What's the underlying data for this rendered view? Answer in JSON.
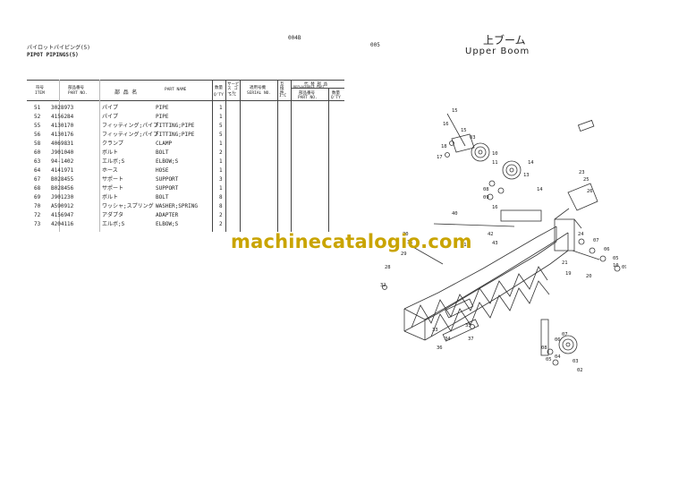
{
  "page_numbers": {
    "left": "004B",
    "right": "005"
  },
  "left_title": {
    "jp": "パイロットパイピング(5)",
    "en": "PIPOT PIPINGS(5)"
  },
  "right_title": {
    "jp": "上ブーム",
    "en": "Upper Boom"
  },
  "table_headers": {
    "item_jp": "符号",
    "item_en": "ITEM",
    "pno_jp": "部品番号",
    "pno_en": "PART NO.",
    "name_jp": "部 品 名",
    "name_en": "PART NAME",
    "qty_jp": "数量",
    "qty_en": "Q'TY",
    "sc_jp": "サービス コード",
    "sc_en": "S.C",
    "serial_jp": "適用号機",
    "serial_en": "SERIAL NO.",
    "ic_jp": "互換性",
    "ic_en": "I.C",
    "repl_jp": "代 替 部 品",
    "repl_en": "REPLACEABLE PART",
    "repl_pno_jp": "部品番号",
    "repl_pno_en": "PART NO.",
    "repl_qty_jp": "数量",
    "repl_qty_en": "Q'TY"
  },
  "rows": [
    {
      "item": "51",
      "part_no": "3028973",
      "jp": "パイプ",
      "name": "PIPE",
      "qty": "1"
    },
    {
      "item": "52",
      "part_no": "4156284",
      "jp": "パイプ",
      "name": "PIPE",
      "qty": "1"
    },
    {
      "item": "55",
      "part_no": "4130170",
      "jp": "フィッティング;パイプ",
      "name": "FITTING;PIPE",
      "qty": "5"
    },
    {
      "item": "56",
      "part_no": "4130176",
      "jp": "フィッティング;パイプ",
      "name": "FITTING;PIPE",
      "qty": "5"
    },
    {
      "item": "58",
      "part_no": "4069831",
      "jp": "クランプ",
      "name": "CLAMP",
      "qty": "1"
    },
    {
      "item": "60",
      "part_no": "J901040",
      "jp": "ボルト",
      "name": "BOLT",
      "qty": "2"
    },
    {
      "item": "63",
      "part_no": "94-1402",
      "jp": "エルボ;S",
      "name": "ELBOW;S",
      "qty": "1"
    },
    {
      "item": "64",
      "part_no": "4141971",
      "jp": "ホース",
      "name": "HOSE",
      "qty": "1"
    },
    {
      "item": "67",
      "part_no": "B028455",
      "jp": "サポート",
      "name": "SUPPORT",
      "qty": "3"
    },
    {
      "item": "68",
      "part_no": "B028456",
      "jp": "サポート",
      "name": "SUPPORT",
      "qty": "1"
    },
    {
      "item": "69",
      "part_no": "J901230",
      "jp": "ボルト",
      "name": "BOLT",
      "qty": "8"
    },
    {
      "item": "70",
      "part_no": "A590912",
      "jp": "ワッシャ;スプリング",
      "name": "WASHER;SPRING",
      "qty": "8"
    },
    {
      "item": "72",
      "part_no": "4156947",
      "jp": "アダプタ",
      "name": "ADAPTER",
      "qty": "2"
    },
    {
      "item": "73",
      "part_no": "4204116",
      "jp": "エルボ;S",
      "name": "ELBOW;S",
      "qty": "2"
    }
  ],
  "watermark": "machinecatalogio.com",
  "callouts": [
    "15",
    "16",
    "17",
    "18",
    "03",
    "15",
    "10",
    "11",
    "14",
    "13",
    "14",
    "23",
    "25",
    "26",
    "08",
    "09",
    "16",
    "40",
    "30",
    "42",
    "43",
    "31",
    "29",
    "28",
    "01",
    "24",
    "07",
    "06",
    "05",
    "21",
    "19",
    "32",
    "20",
    "10",
    "09",
    "33",
    "34",
    "35",
    "36",
    "37",
    "08",
    "05",
    "04",
    "03",
    "02",
    "07",
    "06"
  ]
}
